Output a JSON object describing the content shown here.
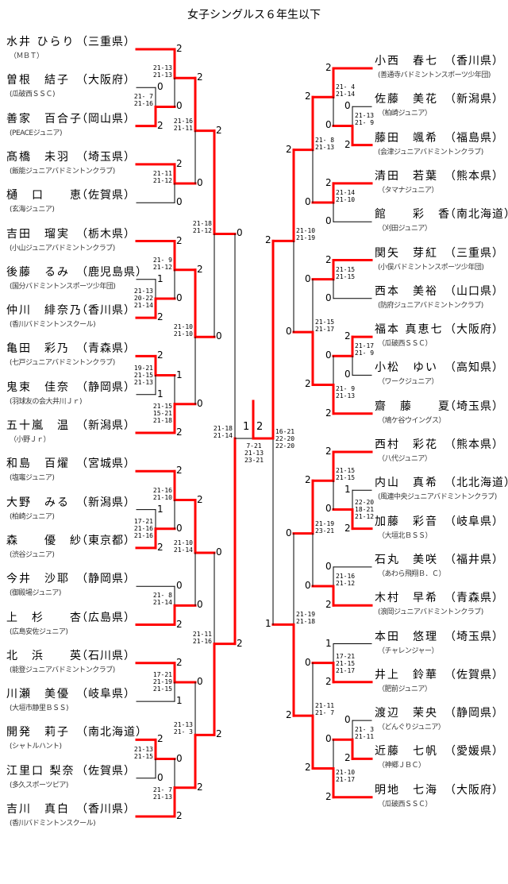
{
  "title": "女子シングルス６年生以下",
  "colors": {
    "win": "#ff0000",
    "line": "#000000"
  },
  "left": {
    "players": [
      {
        "name": "水井 ひらり",
        "pref": "（三重県）",
        "club": "（ＭＢＴ）"
      },
      {
        "name": "曽根　結子",
        "pref": "（大阪府）",
        "club": "(瓜破西ＳＳＣ)"
      },
      {
        "name": "善家　百合子",
        "pref": "（岡山県）",
        "club": "(PEACEジュニア)"
      },
      {
        "name": "髙橋　未羽",
        "pref": "（埼玉県）",
        "club": "(飯能ジュニアバドミントンクラブ)"
      },
      {
        "name": "樋　口　　恵",
        "pref": "（佐賀県）",
        "club": "(玄海ジュニア)"
      },
      {
        "name": "吉田　瑠実",
        "pref": "（栃木県）",
        "club": "(小山ジュニアバドミントンクラブ)"
      },
      {
        "name": "後藤　るみ",
        "pref": "（鹿児島県）",
        "club": "(国分バドミントンスポーツ少年団)"
      },
      {
        "name": "仲川　緋奈乃",
        "pref": "（香川県）",
        "club": "(香川バドミントンスクール)"
      },
      {
        "name": "亀田　彩乃",
        "pref": "（青森県）",
        "club": "(七戸ジュニアバドミントンクラブ)"
      },
      {
        "name": "鬼束　佳奈",
        "pref": "（静岡県）",
        "club": "(羽球友の会大井川Ｊｒ)"
      },
      {
        "name": "五十嵐　温",
        "pref": "（新潟県）",
        "club": "（小野Ｊｒ）"
      },
      {
        "name": "和島　百燿",
        "pref": "（宮城県）",
        "club": "(塩竈ジュニア)"
      },
      {
        "name": "大野　みる",
        "pref": "（新潟県）",
        "club": "(柏崎ジュニア)"
      },
      {
        "name": "森　　優　紗",
        "pref": "（東京都）",
        "club": "(渋谷ジュニア)"
      },
      {
        "name": "今井　沙耶",
        "pref": "（静岡県）",
        "club": "(御殿場ジュニア)"
      },
      {
        "name": "上　杉　　杏",
        "pref": "（広島県）",
        "club": "(広島安佐ジュニア)"
      },
      {
        "name": "北　浜　　英",
        "pref": "（石川県）",
        "club": "(能登ジュニアバドミントンクラブ)"
      },
      {
        "name": "川瀬　美優",
        "pref": "（岐阜県）",
        "club": "(大垣市静里ＢＳＳ)"
      },
      {
        "name": "開発　莉子",
        "pref": "（南北海道）",
        "club": "(シャトルハント)"
      },
      {
        "name": "江里口 梨奈",
        "pref": "（佐賀県）",
        "club": "(多久スポーツピア)"
      },
      {
        "name": "吉川　真白",
        "pref": "（香川県）",
        "club": "(香川バドミントンスクール)"
      }
    ],
    "bracket": {
      "r": 5,
      "s": [
        0,
        2
      ],
      "score": [
        "21-18",
        "21-14"
      ],
      "a": {
        "r": 4,
        "s": [
          2,
          0
        ],
        "score": [
          "21-18",
          "21-12"
        ],
        "a": {
          "r": 3,
          "s": [
            2,
            0
          ],
          "score": [
            "21-16",
            "21-11"
          ],
          "a": {
            "r": 2,
            "s": [
              2,
              0
            ],
            "score": [
              "21-13",
              "21-13"
            ],
            "a": {
              "p": 0
            },
            "b": {
              "r": 1,
              "s": [
                0,
                2
              ],
              "score": [
                "21- 7",
                "21-16"
              ],
              "a": {
                "p": 1
              },
              "b": {
                "p": 2
              }
            }
          },
          "b": {
            "r": 2,
            "s": [
              2,
              0
            ],
            "score": [
              "21-11",
              "21-12"
            ],
            "a": {
              "p": 3
            },
            "b": {
              "p": 4
            }
          }
        },
        "b": {
          "r": 3,
          "s": [
            2,
            0
          ],
          "score": [
            "21-10",
            "21-10"
          ],
          "a": {
            "r": 2,
            "s": [
              2,
              0
            ],
            "score": [
              "21- 9",
              "21-12"
            ],
            "a": {
              "p": 5
            },
            "b": {
              "r": 1,
              "s": [
                1,
                2
              ],
              "score": [
                "21-13",
                "20-22",
                "21-14"
              ],
              "a": {
                "p": 6
              },
              "b": {
                "p": 7
              }
            }
          },
          "b": {
            "r": 2,
            "s": [
              1,
              2
            ],
            "score": [
              "21-15",
              "15-21",
              "21-18"
            ],
            "a": {
              "r": 1,
              "s": [
                2,
                1
              ],
              "score": [
                "19-21",
                "21-15",
                "21-13"
              ],
              "a": {
                "p": 8
              },
              "b": {
                "p": 9
              }
            },
            "b": {
              "p": 10
            }
          }
        }
      },
      "b": {
        "r": 4,
        "s": [
          0,
          2
        ],
        "score": [
          "21-11",
          "21-16"
        ],
        "a": {
          "r": 3,
          "s": [
            2,
            0
          ],
          "score": [
            "21-10",
            "21-14"
          ],
          "a": {
            "r": 2,
            "s": [
              2,
              0
            ],
            "score": [
              "21-16",
              "21-10"
            ],
            "a": {
              "p": 11
            },
            "b": {
              "r": 1,
              "s": [
                1,
                2
              ],
              "score": [
                "17-21",
                "21-16",
                "21-16"
              ],
              "a": {
                "p": 12
              },
              "b": {
                "p": 13
              }
            }
          },
          "b": {
            "r": 2,
            "s": [
              0,
              2
            ],
            "score": [
              "21- 8",
              "21-14"
            ],
            "a": {
              "p": 14
            },
            "b": {
              "p": 15
            }
          }
        },
        "b": {
          "r": 3,
          "s": [
            0,
            2
          ],
          "score": [
            "21-13",
            "21- 3"
          ],
          "a": {
            "r": 2,
            "s": [
              2,
              1
            ],
            "score": [
              "17-21",
              "21-19",
              "21-15"
            ],
            "a": {
              "p": 16
            },
            "b": {
              "p": 17
            }
          },
          "b": {
            "r": 2,
            "s": [
              0,
              2
            ],
            "score": [
              "21- 7",
              "21-13"
            ],
            "a": {
              "r": 1,
              "s": [
                2,
                0
              ],
              "score": [
                "21-13",
                "21-15"
              ],
              "a": {
                "p": 18
              },
              "b": {
                "p": 19
              }
            },
            "b": {
              "p": 20
            }
          }
        }
      }
    }
  },
  "right": {
    "players": [
      {
        "name": "小西　春七",
        "pref": "（香川県）",
        "club": "(善通寺バドミントンスポーツ少年団)"
      },
      {
        "name": "佐藤　美花",
        "pref": "（新潟県）",
        "club": "（柏崎ジュニア）"
      },
      {
        "name": "藤田　颯希",
        "pref": "（福島県）",
        "club": "(会津ジュニアバドミントンクラブ)"
      },
      {
        "name": "清田　若葉",
        "pref": "（熊本県）",
        "club": "（タマナジュニア）"
      },
      {
        "name": "館　　彩　香",
        "pref": "（南北海道）",
        "club": "（刈田ジュニア）"
      },
      {
        "name": "関矢　芽紅",
        "pref": "（三重県）",
        "club": "(小俣バドミントンスポーツ少年団)"
      },
      {
        "name": "西本　美裕",
        "pref": "（山口県）",
        "club": "(防府ジュニアバドミントンクラブ)"
      },
      {
        "name": "福本 真恵七",
        "pref": "（大阪府）",
        "club": "（瓜破西ＳＳＣ）"
      },
      {
        "name": "小松　ゆい",
        "pref": "（高知県）",
        "club": "（ワークジュニア）"
      },
      {
        "name": "齋　藤　　夏",
        "pref": "（埼玉県）",
        "club": "（鳩ケ谷ウイングス）"
      },
      {
        "name": "西村　彩花",
        "pref": "（熊本県）",
        "club": "（八代ジュニア）"
      },
      {
        "name": "内山　真希",
        "pref": "（北北海道）",
        "club": "(風連中央ジュニアバドミントンクラブ)"
      },
      {
        "name": "加藤　彩音",
        "pref": "（岐阜県）",
        "club": "（大垣北ＢＳＳ）"
      },
      {
        "name": "石丸　美咲",
        "pref": "（福井県）",
        "club": "（あわら飛翔Ｂ．Ｃ）"
      },
      {
        "name": "木村　早希",
        "pref": "（青森県）",
        "club": "(浪岡ジュニアバドミントンクラブ)"
      },
      {
        "name": "本田　悠理",
        "pref": "（埼玉県）",
        "club": "（チャレンジャー）"
      },
      {
        "name": "井上　鈴華",
        "pref": "（佐賀県）",
        "club": "（肥前ジュニア）"
      },
      {
        "name": "渡辺　茉央",
        "pref": "（静岡県）",
        "club": "（どんぐりジュニア）"
      },
      {
        "name": "近藤　七帆",
        "pref": "（愛媛県）",
        "club": "（神郷ＪＢＣ）"
      },
      {
        "name": "明地　七海",
        "pref": "（大阪府）",
        "club": "（瓜破西ＳＳＣ）"
      }
    ],
    "bracket": {
      "r": 5,
      "s": [
        2,
        1
      ],
      "score": [
        "16-21",
        "22-20",
        "22-20"
      ],
      "a": {
        "r": 4,
        "s": [
          2,
          0
        ],
        "score": [
          "21-10",
          "21-19"
        ],
        "a": {
          "r": 3,
          "s": [
            2,
            0
          ],
          "score": [
            "21- 8",
            "21-13"
          ],
          "a": {
            "r": 2,
            "s": [
              2,
              0
            ],
            "score": [
              "21- 4",
              "21-14"
            ],
            "a": {
              "p": 0
            },
            "b": {
              "r": 1,
              "s": [
                0,
                2
              ],
              "score": [
                "21-13",
                "21- 9"
              ],
              "a": {
                "p": 1
              },
              "b": {
                "p": 2
              }
            }
          },
          "b": {
            "r": 2,
            "s": [
              2,
              0
            ],
            "score": [
              "21-14",
              "21-10"
            ],
            "a": {
              "p": 3
            },
            "b": {
              "p": 4
            }
          }
        },
        "b": {
          "r": 3,
          "s": [
            0,
            2
          ],
          "score": [
            "21-15",
            "21-17"
          ],
          "a": {
            "r": 2,
            "s": [
              2,
              0
            ],
            "score": [
              "21-15",
              "21-15"
            ],
            "a": {
              "p": 5
            },
            "b": {
              "p": 6
            }
          },
          "b": {
            "r": 2,
            "s": [
              0,
              2
            ],
            "score": [
              "21- 9",
              "21-13"
            ],
            "a": {
              "r": 1,
              "s": [
                2,
                0
              ],
              "score": [
                "21-17",
                "21- 9"
              ],
              "a": {
                "p": 7
              },
              "b": {
                "p": 8
              }
            },
            "b": {
              "p": 9
            }
          }
        }
      },
      "b": {
        "r": 4,
        "s": [
          0,
          2
        ],
        "score": [
          "21-19",
          "21-18"
        ],
        "a": {
          "r": 3,
          "s": [
            2,
            0
          ],
          "score": [
            "21-19",
            "23-21"
          ],
          "a": {
            "r": 2,
            "s": [
              2,
              0
            ],
            "score": [
              "21-15",
              "21-15"
            ],
            "a": {
              "p": 10
            },
            "b": {
              "r": 1,
              "s": [
                1,
                2
              ],
              "score": [
                "22-20",
                "18-21",
                "21-12"
              ],
              "a": {
                "p": 11
              },
              "b": {
                "p": 12
              }
            }
          },
          "b": {
            "r": 2,
            "s": [
              0,
              2
            ],
            "score": [
              "21-16",
              "21-12"
            ],
            "a": {
              "p": 13
            },
            "b": {
              "p": 14
            }
          }
        },
        "b": {
          "r": 3,
          "s": [
            0,
            2
          ],
          "score": [
            "21-11",
            "21- 7"
          ],
          "a": {
            "r": 2,
            "s": [
              1,
              2
            ],
            "score": [
              "17-21",
              "21-15",
              "21-17"
            ],
            "a": {
              "p": 15
            },
            "b": {
              "p": 16
            }
          },
          "b": {
            "r": 2,
            "s": [
              0,
              2
            ],
            "score": [
              "21-10",
              "21-17"
            ],
            "a": {
              "r": 1,
              "s": [
                0,
                2
              ],
              "score": [
                "21- 3",
                "21-11"
              ],
              "a": {
                "p": 17
              },
              "b": {
                "p": 18
              }
            },
            "b": {
              "p": 19
            }
          }
        }
      }
    }
  },
  "final": {
    "left_score": "1",
    "right_score": "2",
    "score": [
      "7-21",
      "21-13",
      "23-21"
    ]
  }
}
